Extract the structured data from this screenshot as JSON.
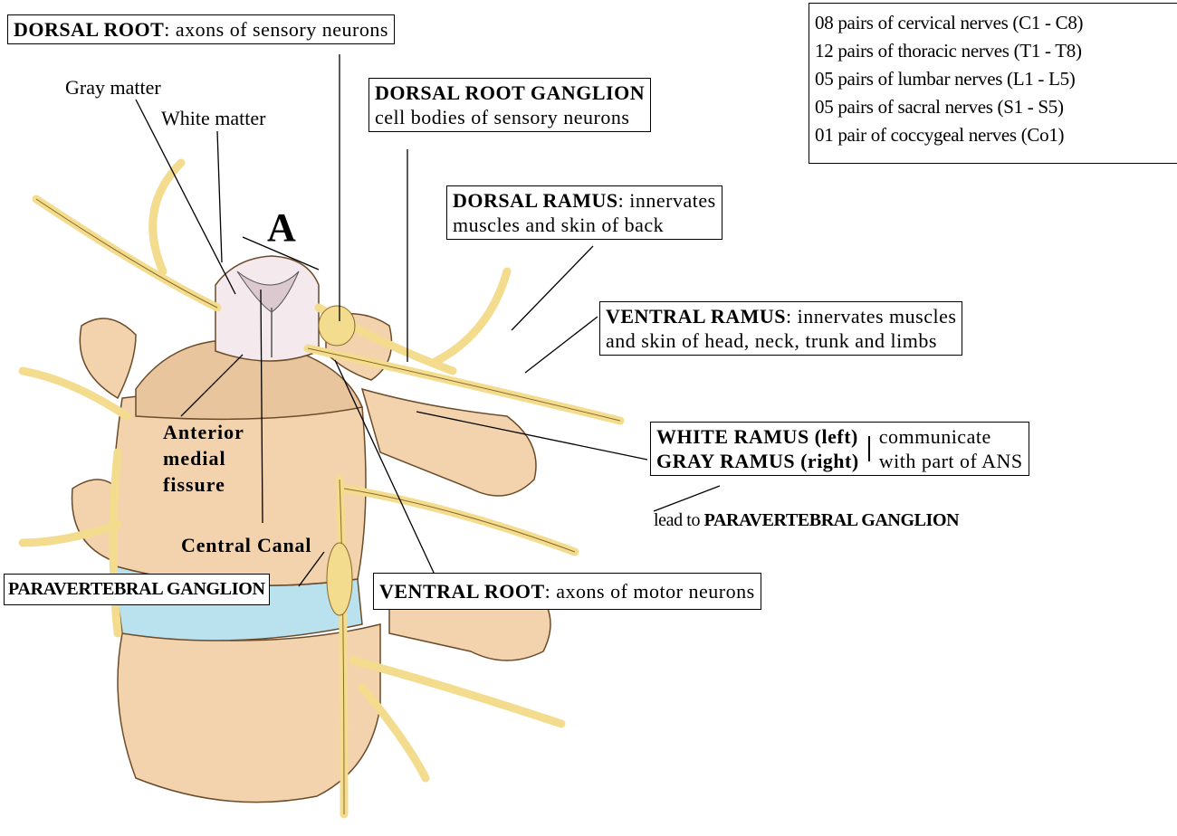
{
  "figure_letter": "A",
  "labels": {
    "dorsal_root_bold": "DORSAL ROOT",
    "dorsal_root_text": ": axons of sensory neurons",
    "gray_matter": "Gray matter",
    "white_matter": "White matter",
    "drg_bold": "DORSAL ROOT GANGLION",
    "drg_text": "cell bodies of sensory neurons",
    "dorsal_ramus_bold": "DORSAL RAMUS",
    "dorsal_ramus_text1": ": innervates",
    "dorsal_ramus_text2": "muscles and skin of back",
    "ventral_ramus_bold": "VENTRAL RAMUS",
    "ventral_ramus_text1": ": innervates muscles",
    "ventral_ramus_text2": "and skin of head, neck, trunk and limbs",
    "white_ramus": "WHITE RAMUS (left)",
    "gray_ramus": "GRAY RAMUS (right)",
    "communicate1": "communicate",
    "communicate2": "with part of ANS",
    "lead_to": "lead to ",
    "lead_to_bold": "PARAVERTEBRAL GANGLION",
    "anterior1": "Anterior",
    "anterior2": "medial",
    "anterior3": "fissure",
    "central_canal": "Central Canal",
    "paravertebral_ganglion": "PARAVERTEBRAL GANGLION",
    "ventral_root_bold": "VENTRAL ROOT",
    "ventral_root_text": ": axons of motor neurons"
  },
  "nerve_counts": [
    "08 pairs of cervical nerves (C1 - C8)",
    "12 pairs of thoracic nerves (T1 - T8)",
    "05 pairs of lumbar nerves (L1 - L5)",
    "05 pairs of sacral nerves (S1 - S5)",
    "01 pair of coccygeal nerves (Co1)"
  ],
  "colors": {
    "bone": "#f2d3ad",
    "bone_shadow": "#c9a37a",
    "nerve": "#f3dc8e",
    "disc": "#b9e2ee",
    "cord": "#f4e9ec"
  }
}
